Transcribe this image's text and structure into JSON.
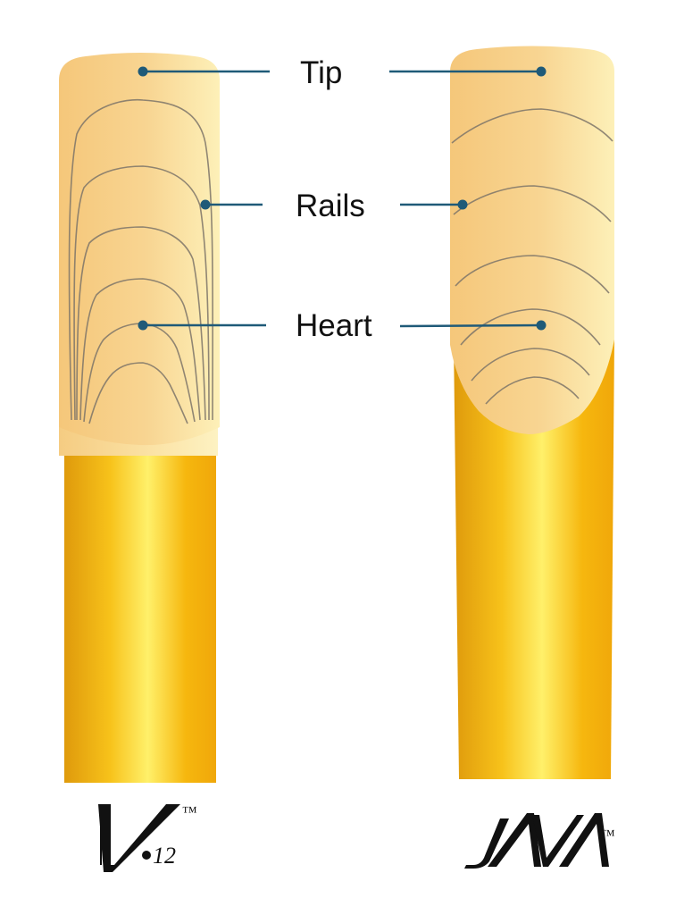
{
  "labels": {
    "tip": "Tip",
    "rails": "Rails",
    "heart": "Heart"
  },
  "brands": {
    "left": {
      "logo_name": "V.12",
      "number": "12",
      "trademark": "™"
    },
    "right": {
      "logo_name": "JAVA",
      "trademark": "™"
    }
  },
  "colors": {
    "leader": "#1f5a78",
    "vamp_light": "#fce8ad",
    "vamp_mid": "#f6cd7c",
    "bark_dark": "#e09a0a",
    "bark_light": "#fff06a",
    "grain": "#7d7468"
  },
  "icons": {
    "left_logo": "v12-logo",
    "right_logo": "java-logo"
  }
}
